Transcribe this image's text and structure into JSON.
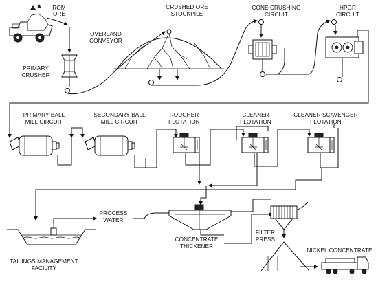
{
  "labels": {
    "rom_ore": [
      "ROM",
      "ORE"
    ],
    "primary_crusher": [
      "PRIMARY",
      "CRUSHER"
    ],
    "overland_conveyor": [
      "OVERLAND",
      "CONVEYOR"
    ],
    "crushed_ore_stockpile": [
      "CRUSHED ORE",
      "STOCKPILE"
    ],
    "cone_crushing": [
      "CONE CRUSHING",
      "CIRCUIT"
    ],
    "hpgr": [
      "HPGR",
      "CIRCUIT"
    ],
    "primary_ball_mill": [
      "PRIMARY BALL",
      "MILL CIRCUIT"
    ],
    "secondary_ball_mill": [
      "SECONDARY BALL",
      "MILL CIRCUIT"
    ],
    "rougher_flotation": [
      "ROUGHER",
      "FLOTATION"
    ],
    "cleaner_flotation": [
      "CLEANER",
      "FLOTATION"
    ],
    "cleaner_scavenger": [
      "CLEANER SCAVENGER",
      "FLOTATION"
    ],
    "process_water": [
      "PROCESS",
      "WATER"
    ],
    "concentrate_thickener": [
      "CONCENTRATE",
      "THICKENER"
    ],
    "filter_press": [
      "FILTER",
      "PRESS"
    ],
    "nickel_concentrate": [
      "NICKEL CONCENTRATE"
    ],
    "tailings": [
      "TAILINGS MANAGEMENT",
      "FACILITY"
    ]
  },
  "colors": {
    "line": "#111111",
    "background": "#ffffff"
  }
}
